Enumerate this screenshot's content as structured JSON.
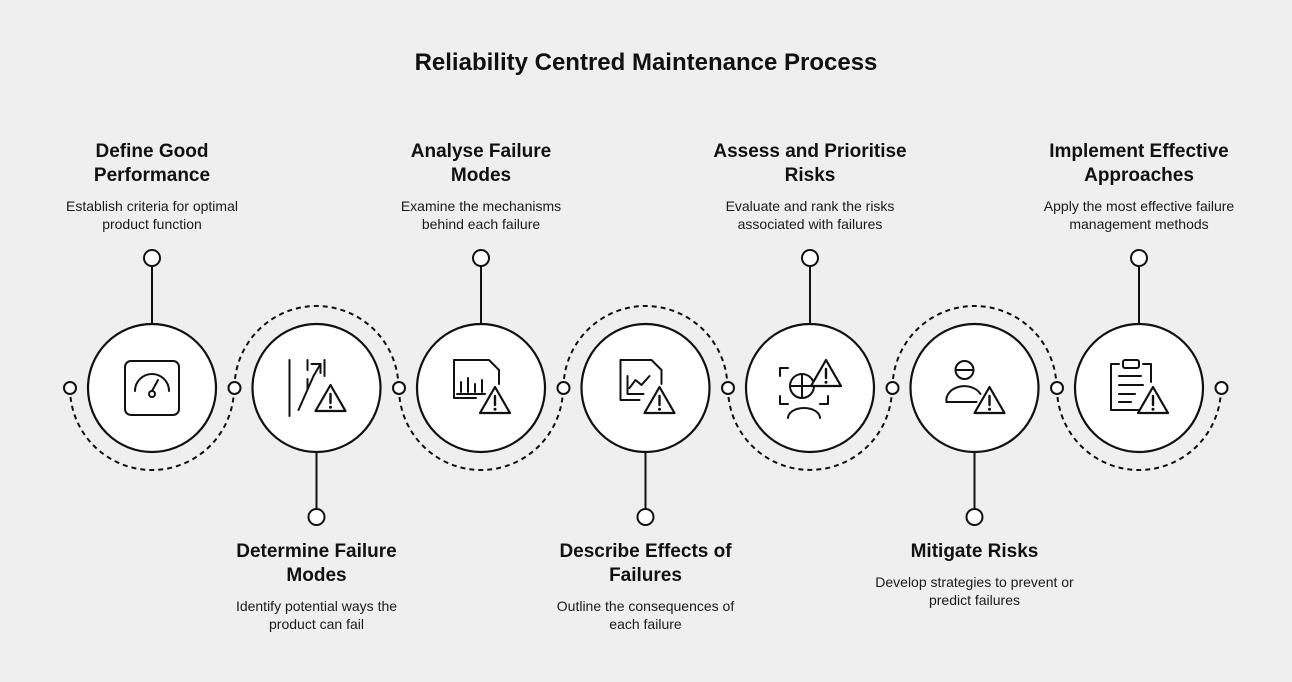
{
  "title": "Reliability Centred Maintenance Process",
  "colors": {
    "background": "#efefef",
    "stroke": "#111111",
    "circle_fill": "#ffffff"
  },
  "steps": [
    {
      "title_line1": "Define Good",
      "title_line2": "Performance",
      "desc_line1": "Establish criteria for optimal",
      "desc_line2": "product function",
      "position": "top",
      "icon": "gauge-icon"
    },
    {
      "title_line1": "Determine Failure",
      "title_line2": "Modes",
      "desc_line1": "Identify potential ways the",
      "desc_line2": "product can fail",
      "position": "bottom",
      "icon": "road-warning-icon"
    },
    {
      "title_line1": "Analyse Failure",
      "title_line2": "Modes",
      "desc_line1": "Examine the mechanisms",
      "desc_line2": "behind each failure",
      "position": "top",
      "icon": "report-chart-warning-icon"
    },
    {
      "title_line1": "Describe Effects of",
      "title_line2": "Failures",
      "desc_line1": "Outline the consequences of",
      "desc_line2": "each failure",
      "position": "bottom",
      "icon": "line-chart-warning-icon"
    },
    {
      "title_line1": "Assess and Prioritise",
      "title_line2": "Risks",
      "desc_line1": "Evaluate and rank the risks",
      "desc_line2": "associated with failures",
      "position": "top",
      "icon": "focus-warning-icon"
    },
    {
      "title_line1": "Mitigate Risks",
      "title_line2": "",
      "desc_line1": "Develop strategies to prevent or",
      "desc_line2": "predict failures",
      "position": "bottom",
      "icon": "person-warning-icon"
    },
    {
      "title_line1": "Implement Effective",
      "title_line2": "Approaches",
      "desc_line1": "Apply the most effective failure",
      "desc_line2": "management methods",
      "position": "top",
      "icon": "clipboard-warning-icon"
    }
  ]
}
